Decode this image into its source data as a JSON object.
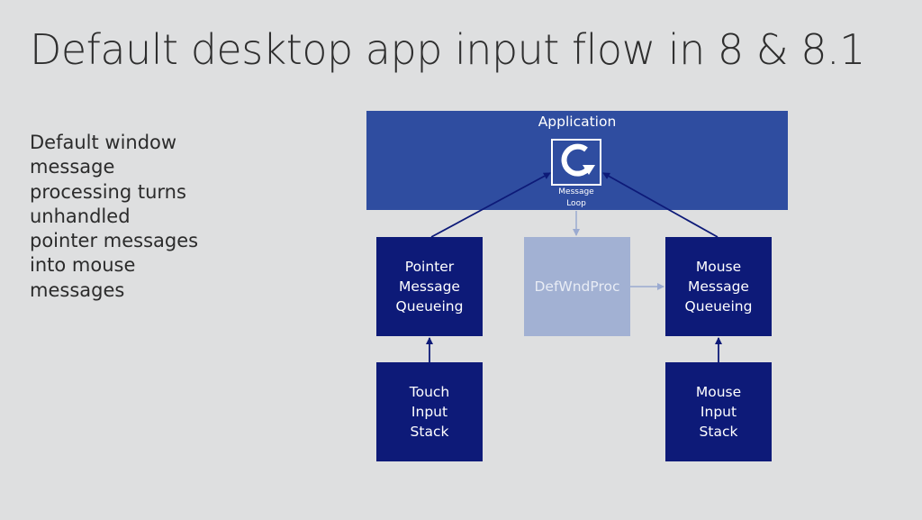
{
  "slide": {
    "title": "Default desktop app input flow in 8 & 8.1",
    "bullet_lines": [
      "Default window",
      "message",
      "processing turns",
      "unhandled",
      "pointer messages",
      "into mouse",
      "messages"
    ]
  },
  "diagram": {
    "application": {
      "title": "Application",
      "loop_label": "Message\nLoop",
      "loop_icon": "refresh-loop-icon"
    },
    "nodes": {
      "pointer_queue": "Pointer\nMessage\nQueueing",
      "defwndproc": "DefWndProc",
      "mouse_queue": "Mouse\nMessage\nQueueing",
      "touch_stack": "Touch\nInput\nStack",
      "mouse_stack": "Mouse\nInput\nStack"
    },
    "edges": [
      {
        "from": "Touch Input Stack",
        "to": "Pointer Message Queueing"
      },
      {
        "from": "Mouse Input Stack",
        "to": "Mouse Message Queueing"
      },
      {
        "from": "Pointer Message Queueing",
        "to": "Message Loop"
      },
      {
        "from": "Mouse Message Queueing",
        "to": "Message Loop"
      },
      {
        "from": "Message Loop",
        "to": "DefWndProc"
      },
      {
        "from": "DefWndProc",
        "to": "Mouse Message Queueing"
      }
    ],
    "colors": {
      "background": "#dedfe0",
      "application": "#2f4da0",
      "node": "#0d1a78",
      "defwndproc": "#a2b1d3",
      "edge": "#0d1a78",
      "faded_edge": "#9aaad0"
    }
  }
}
